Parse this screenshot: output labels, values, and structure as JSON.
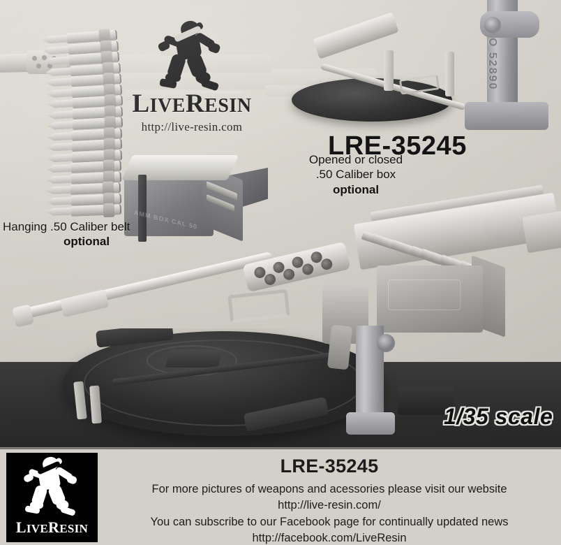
{
  "product": {
    "code": "LRE-35245",
    "scale": "1/35 scale"
  },
  "brand": {
    "name_live": "L",
    "name_live_rest": "IVE",
    "name_resin": "R",
    "name_resin_rest": "ESIN",
    "wordmark": "LiveResin",
    "url": "http://live-resin.com"
  },
  "render": {
    "labels": {
      "hanging_belt_line1": "Hanging .50 Caliber belt",
      "hanging_belt_line2": "optional",
      "ammo_box_line1": "Opened or closed",
      "ammo_box_line2": ".50 Caliber box",
      "ammo_box_line3": "optional"
    },
    "pedestal_marking": "O 52890",
    "ammo_box_emboss": "AMM BOX CAL 50"
  },
  "banner": {
    "part_code": "LRE-35245",
    "line1": "For more pictures of weapons and acessories please visit our website",
    "line2": "http://live-resin.com/",
    "line3": "You can subscribe to our Facebook page for continually updated news",
    "line4": "http://facebook.com/LiveResin"
  },
  "colors": {
    "background": "#d3d0c9",
    "dark_armor": "#303030",
    "metal_light": "#e9e8e5",
    "text": "#111111"
  }
}
